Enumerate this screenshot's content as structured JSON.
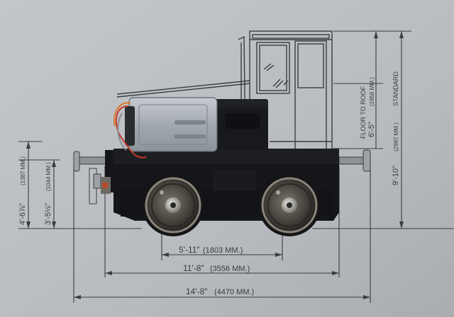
{
  "photo": {
    "subject": "model locomotive chassis on scale drawing",
    "colors": {
      "paper": "#b9bcc1",
      "ink": "#3a3c40",
      "chassis": "#15161a",
      "motor": "#a8adb3",
      "wheel": "#2b2a28",
      "wheel_rim": "#8b857a",
      "wire_red": "#c23a2a",
      "wire_orange": "#d97a28"
    }
  },
  "dimensions": {
    "wheelbase": {
      "imperial": "5'-11\"",
      "metric": "(1803 MM.)"
    },
    "length_buffers": {
      "imperial": "11'-8\"",
      "metric": "(3556 MM.)"
    },
    "length_overall": {
      "imperial": "14'-8\"",
      "metric": "(4470 MM.)"
    },
    "height_low": {
      "imperial": "3'-5⅛\"",
      "metric": "(1044 MM.)"
    },
    "height_body": {
      "imperial": "4'-6⅞\"",
      "metric": "(1387 MM.)"
    },
    "floor_to_roof": {
      "label": "FLOOR TO ROOF",
      "imperial": "6'-5\"",
      "metric": "(1956 MM.)"
    },
    "standard": {
      "imperial": "9'-10\"",
      "metric": "(2997 MM.)",
      "label": "STANDARD"
    }
  }
}
